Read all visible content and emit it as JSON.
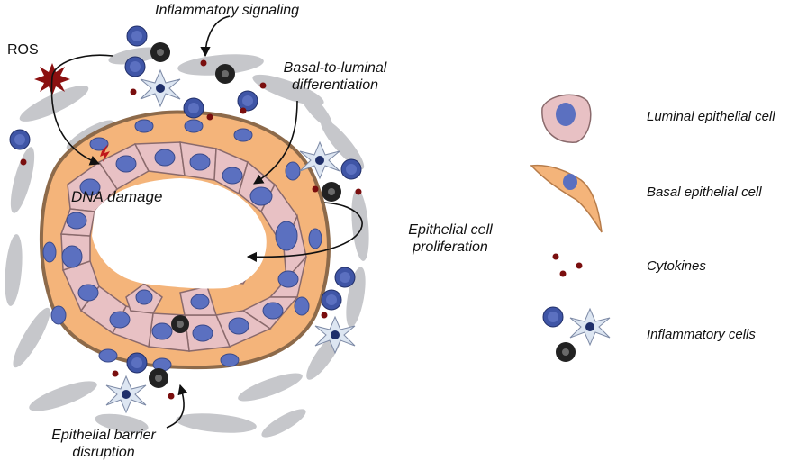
{
  "labels": {
    "inflammatory_signaling": "Inflammatory signaling",
    "ros": "ROS",
    "basal_to_luminal_line1": "Basal-to-luminal",
    "basal_to_luminal_line2": "differentiation",
    "dna_damage": "DNA damage",
    "epithelial_prolif_line1": "Epithelial cell",
    "epithelial_prolif_line2": "proliferation",
    "barrier_line1": "Epithelial barrier",
    "barrier_line2": "disruption"
  },
  "legend": [
    {
      "icon": "luminal-epithelial-cell-icon",
      "label": "Luminal epithelial cell"
    },
    {
      "icon": "basal-epithelial-cell-icon",
      "label": "Basal epithelial cell"
    },
    {
      "icon": "cytokines-icon",
      "label": "Cytokines"
    },
    {
      "icon": "inflammatory-cells-icon",
      "label": "Inflammatory cells"
    }
  ],
  "colors": {
    "luminal_fill": "#e8c1c4",
    "luminal_stroke": "#8a6a6c",
    "nucleus_fill": "#5b70c0",
    "basal_fill": "#f4b47a",
    "basal_stroke": "#b77c4a",
    "basement_membrane": "#8d6a4a",
    "stroma": "#c6c7cb",
    "cytokine": "#7a0e0e",
    "immune_outer": "#3f55a6",
    "immune_dark": "#222222",
    "star_fill": "#dde6f2",
    "ros": "#8b1010"
  }
}
